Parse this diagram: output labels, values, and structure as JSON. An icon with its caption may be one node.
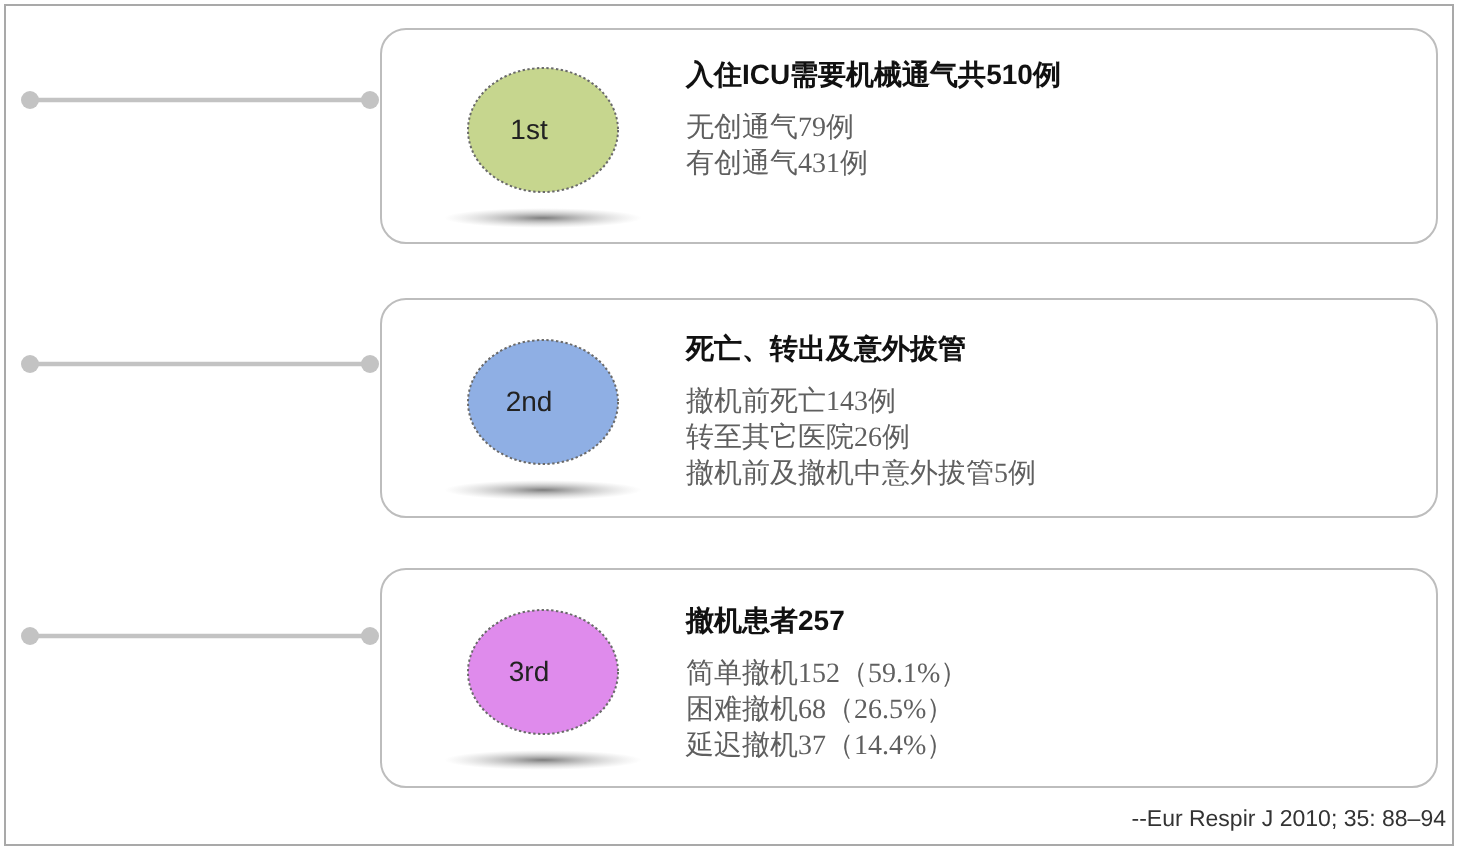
{
  "diagram": {
    "nodes": [
      {
        "text": [
          "入住ICU需要机械通气共510例",
          "无创通气79例",
          "有创通气431例"
        ]
      },
      {
        "text": [
          "1st"
        ],
        "in": 0
      },
      {
        "text": [
          "死亡、转出及意外拔管",
          "撤机前死亡143例",
          "转至其它医院26例",
          "撤机前及撤机中意外拔管5例"
        ]
      },
      {
        "text": [
          "2nd"
        ],
        "in": 2
      },
      {
        "text": [
          "撤机患者257",
          "简单撤机152（59.1%）",
          "困难撤机68（26.5%）",
          "延迟撤机37（14.4%）"
        ]
      },
      {
        "text": [
          "3rd"
        ],
        "in": 4
      }
    ],
    "edges": [
      {
        "from": null,
        "to": 0,
        "arrow": "other"
      },
      {
        "from": null,
        "to": 2,
        "arrow": "other"
      },
      {
        "from": null,
        "to": 4,
        "arrow": "other"
      }
    ],
    "labels": [
      "--Eur Respir J 2010; 35: 88–94"
    ]
  }
}
